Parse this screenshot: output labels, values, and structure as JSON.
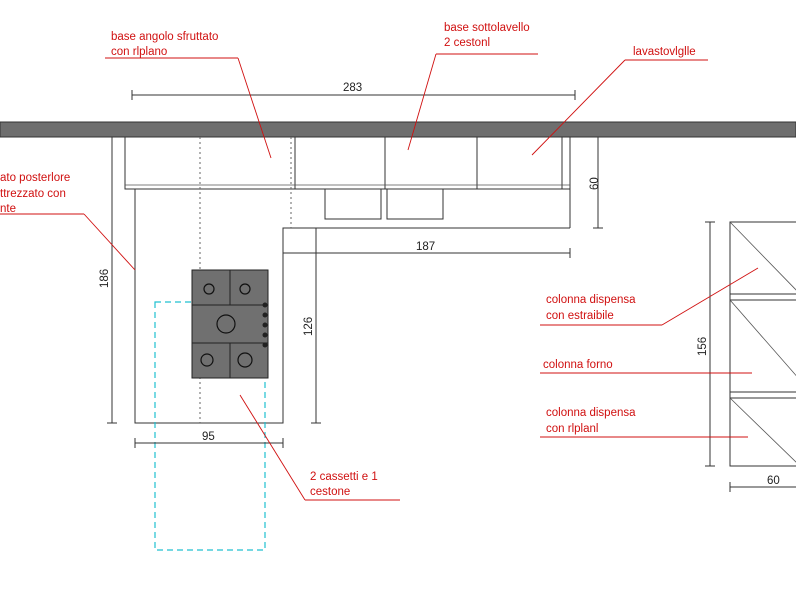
{
  "labels": {
    "base_angolo_1": "base angolo sfruttato",
    "base_angolo_2": "con rlplano",
    "base_sotto_1": "base sottolavello",
    "base_sotto_2": "2 cestonl",
    "lavastoviglie": "lavastovlglle",
    "posteriore_1": "ato posterlore",
    "posteriore_2": "ttrezzato con",
    "posteriore_3": "nte",
    "colonna_estraibile_1": "colonna dispensa",
    "colonna_estraibile_2": "con estraibile",
    "colonna_forno": "colonna forno",
    "colonna_ripiani_1": "colonna dispensa",
    "colonna_ripiani_2": "con rlplanl",
    "cassetti_1": "2 cassetti e 1",
    "cassetti_2": "cestone"
  },
  "dimensions": {
    "top_width": "283",
    "depth_60": "60",
    "lower_width": "187",
    "left_depth": "186",
    "island_depth": "126",
    "island_width": "95",
    "column_height": "156",
    "column_width": "60"
  },
  "colors": {
    "annotation": "#d01010",
    "line": "#333333",
    "countertop": "#6e6e6e",
    "hob": "#707070",
    "outline_dashed": "#20c0d0"
  }
}
